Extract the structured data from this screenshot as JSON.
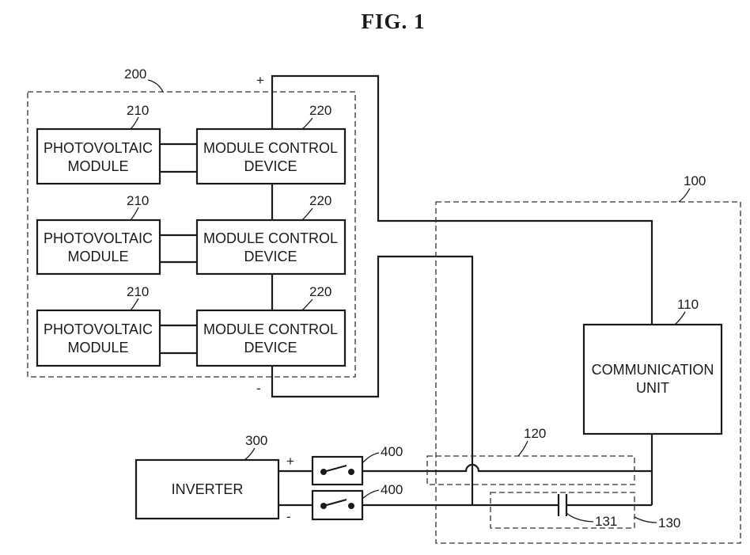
{
  "figure_title": "FIG.  1",
  "group_200": {
    "ref": "200",
    "polarity_plus": "+",
    "polarity_minus": "-"
  },
  "rows": [
    {
      "pv_ref": "210",
      "pv_line1": "PHOTOVOLTAIC",
      "pv_line2": "MODULE",
      "mcd_ref": "220",
      "mcd_line1": "MODULE CONTROL",
      "mcd_line2": "DEVICE"
    },
    {
      "pv_ref": "210",
      "pv_line1": "PHOTOVOLTAIC",
      "pv_line2": "MODULE",
      "mcd_ref": "220",
      "mcd_line1": "MODULE CONTROL",
      "mcd_line2": "DEVICE"
    },
    {
      "pv_ref": "210",
      "pv_line1": "PHOTOVOLTAIC",
      "pv_line2": "MODULE",
      "mcd_ref": "220",
      "mcd_line1": "MODULE CONTROL",
      "mcd_line2": "DEVICE"
    }
  ],
  "group_100": {
    "ref": "100"
  },
  "communication_unit": {
    "ref": "110",
    "line1": "COMMUNICATION",
    "line2": "UNIT"
  },
  "coupler": {
    "ref": "120"
  },
  "capacitor_block": {
    "ref": "130",
    "capacitor_ref": "131"
  },
  "inverter": {
    "ref": "300",
    "label": "INVERTER",
    "plus": "+",
    "minus": "-"
  },
  "switches": [
    {
      "ref": "400"
    },
    {
      "ref": "400"
    }
  ]
}
